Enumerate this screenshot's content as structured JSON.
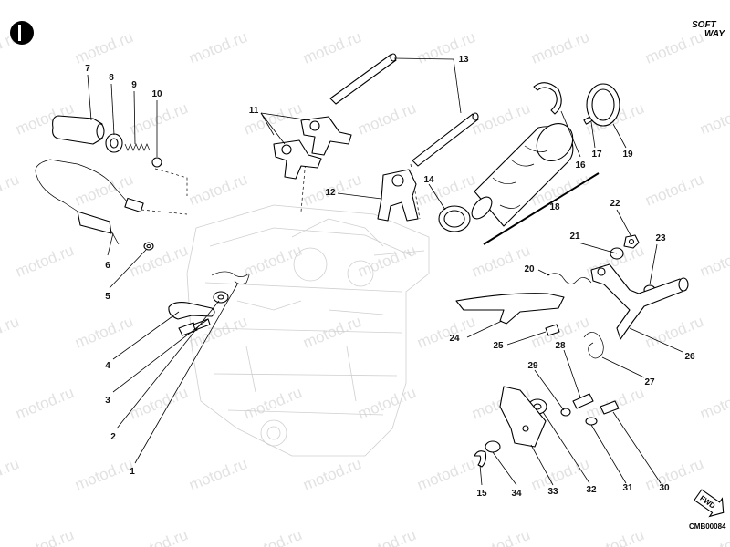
{
  "watermark": "motod.ru",
  "brand": {
    "line1": "SOFT",
    "line2": "WAY"
  },
  "drawing_code": "CMB00084",
  "forward_marker": "FWD",
  "callouts": [
    "1",
    "2",
    "3",
    "4",
    "5",
    "6",
    "7",
    "8",
    "9",
    "10",
    "11",
    "12",
    "13",
    "14",
    "15",
    "16",
    "17",
    "18",
    "19",
    "20",
    "21",
    "22",
    "23",
    "24",
    "25",
    "26",
    "27",
    "28",
    "29",
    "30",
    "31",
    "32",
    "33",
    "34"
  ]
}
